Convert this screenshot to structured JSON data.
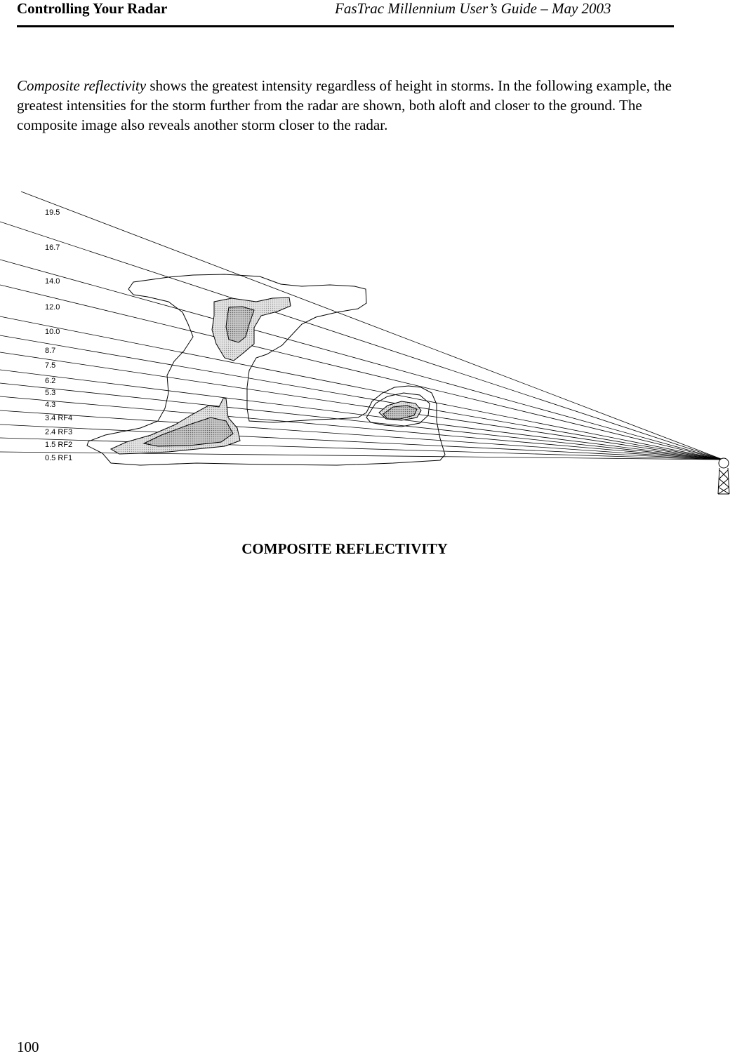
{
  "header": {
    "section_title": "Controlling Your Radar",
    "document_title": "FasTrac Millennium User’s Guide – May 2003"
  },
  "body": {
    "intro_term": "Composite reflectivity",
    "intro_rest": " shows the greatest intensity regardless of height in storms. In the following example, the greatest intensities for the storm further from the radar are shown, both aloft and closer to the ground. The composite image also reveals another storm closer to the radar."
  },
  "figure": {
    "elevation_labels": [
      "19.5",
      "16.7",
      "14.0",
      "12.0",
      "10.0",
      "8.7",
      "7.5",
      "6.2",
      "5.3",
      "4.3",
      "3.4 RF4",
      "2.4 RF3",
      "1.5 RF2",
      "0.5 RF1"
    ],
    "caption": "COMPOSITE REFLECTIVITY"
  },
  "footer": {
    "page_number": "100"
  }
}
